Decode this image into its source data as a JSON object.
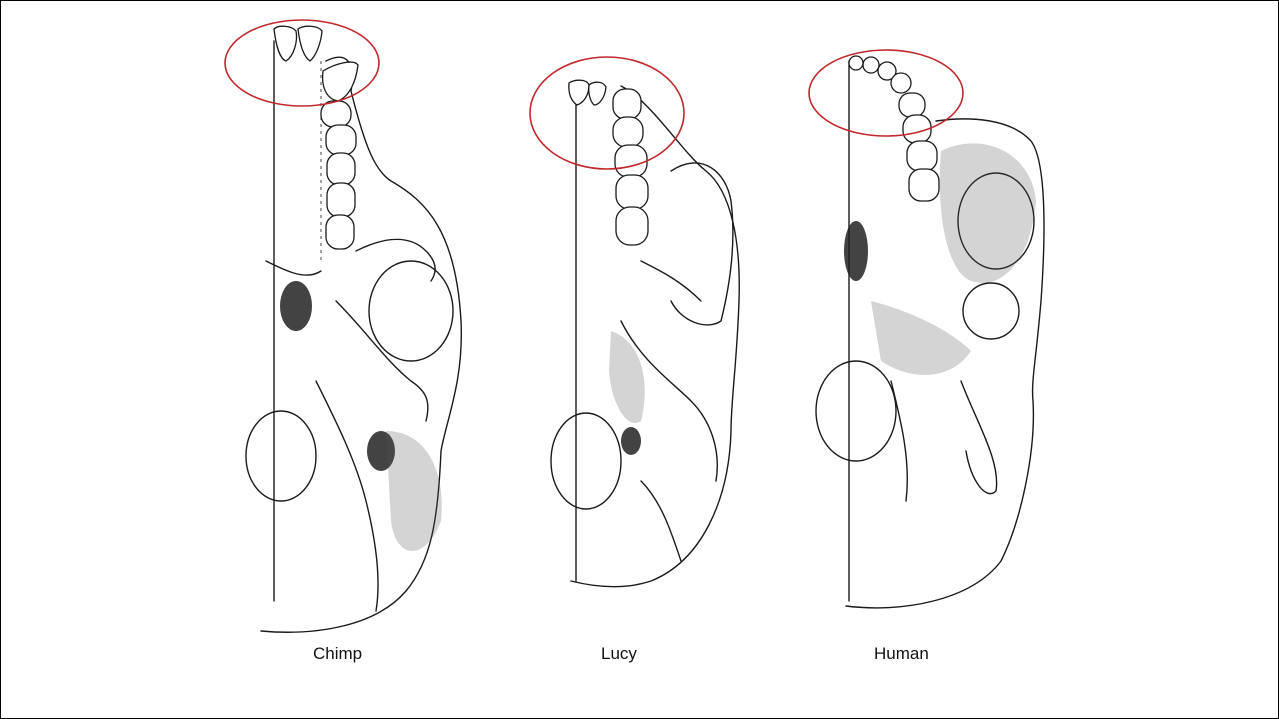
{
  "slide": {
    "figures": [
      {
        "id": "chimp",
        "caption": "Chimp"
      },
      {
        "id": "lucy",
        "caption": "Lucy"
      },
      {
        "id": "human",
        "caption": "Human"
      }
    ],
    "highlight_color": "#c0282d"
  }
}
